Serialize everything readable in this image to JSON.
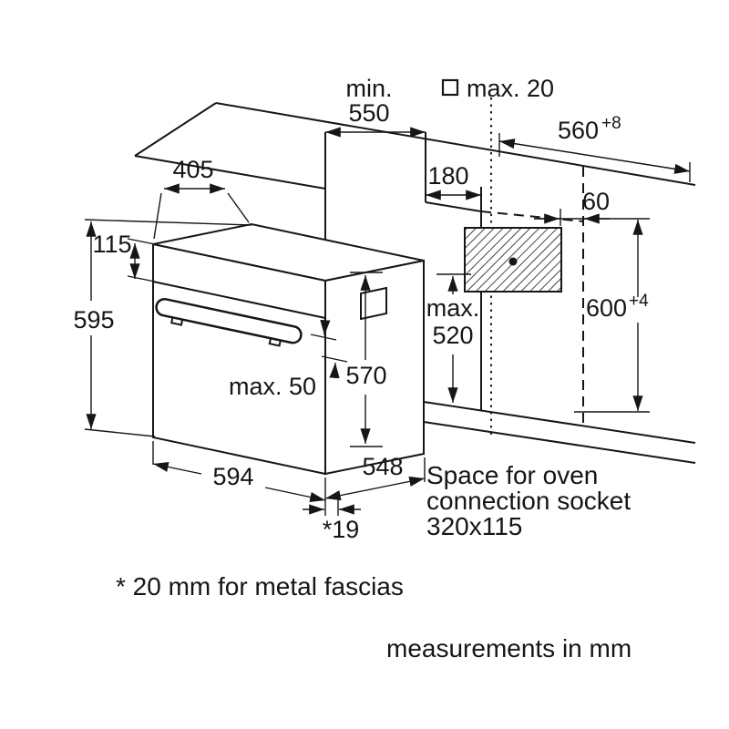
{
  "title": "Built-in oven installation dimensions",
  "dims": {
    "min_label": "min.",
    "d550": "550",
    "max20": "max. 20",
    "d560": "560",
    "d560_tol": "+8",
    "d405": "405",
    "d115": "115",
    "d595": "595",
    "d180": "180",
    "d60": "60",
    "d600": "600",
    "d600_tol": "+4",
    "max520_1": "max.",
    "max520_2": "520",
    "max50": "max. 50",
    "d570": "570",
    "d594": "594",
    "d548": "548",
    "d19": "*19"
  },
  "socket_note": {
    "line1": "Space for oven",
    "line2": "connection socket",
    "line3": "320x115"
  },
  "notes": {
    "fascia": "* 20 mm for metal fascias",
    "units": "measurements in mm"
  },
  "colors": {
    "line": "#161616",
    "background": "#ffffff"
  }
}
